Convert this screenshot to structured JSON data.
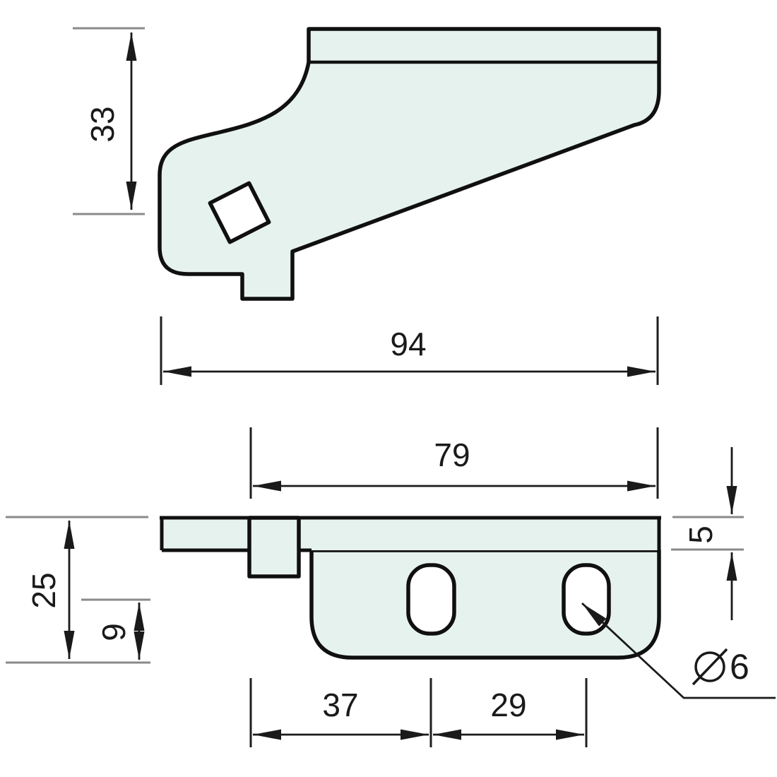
{
  "drawing": {
    "title": "bracket two-view technical drawing",
    "views": {
      "side": {
        "name": "side-profile-view"
      },
      "bottom": {
        "name": "bottom-plan-view"
      }
    },
    "colors": {
      "part_fill": "#e6f2ee",
      "outline": "#101010",
      "dimension_line": "#1a1a1a",
      "extension_line": "#8a8a8a",
      "background": "#ffffff"
    },
    "dimensions": {
      "side_height": "33",
      "overall_length": "94",
      "plate_length": "79",
      "plate_thickness": "5",
      "overall_depth": "25",
      "slot_center_to_edge": "9",
      "pin_to_first_slot": "37",
      "slot_to_slot": "29",
      "hole_diameter": "6"
    }
  }
}
